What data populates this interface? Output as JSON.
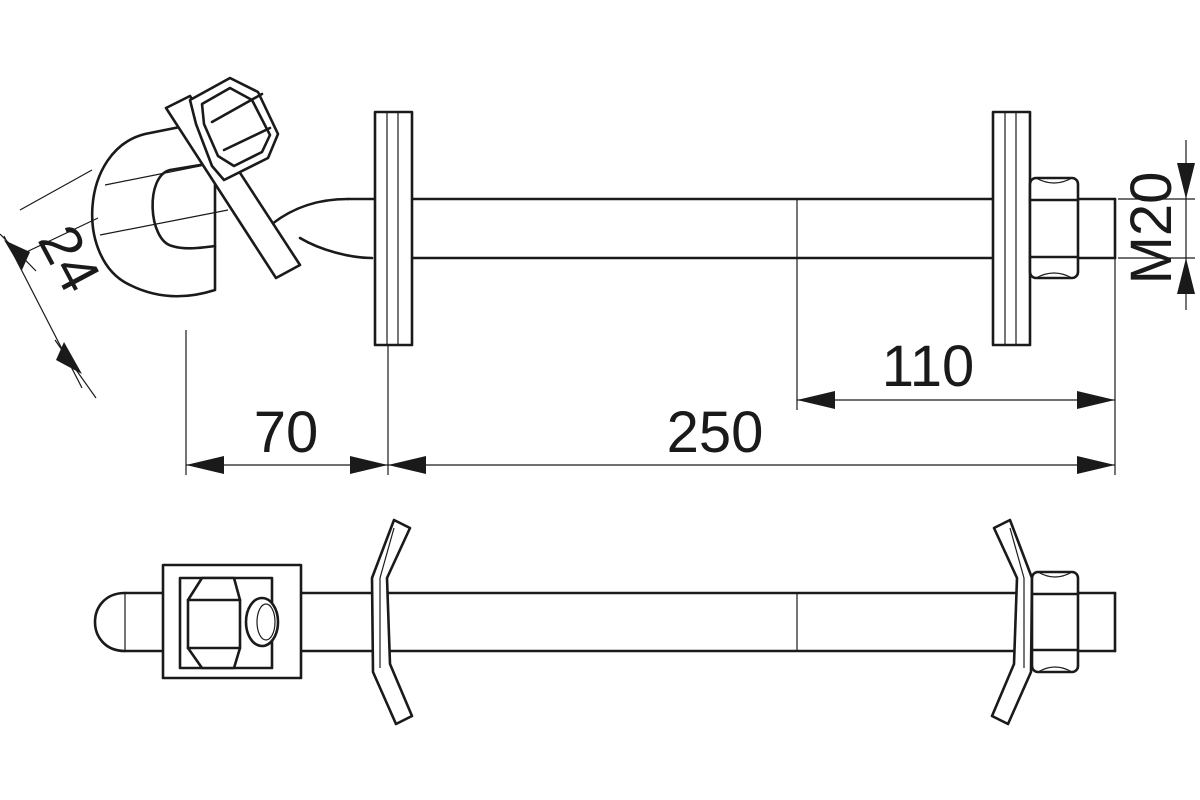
{
  "dimensions": {
    "length_total": "250",
    "length_thread": "110",
    "length_hook": "70",
    "hook_width": "24",
    "thread_size": "M20"
  },
  "colors": {
    "line": "#1a1a1a",
    "background": "#ffffff"
  }
}
